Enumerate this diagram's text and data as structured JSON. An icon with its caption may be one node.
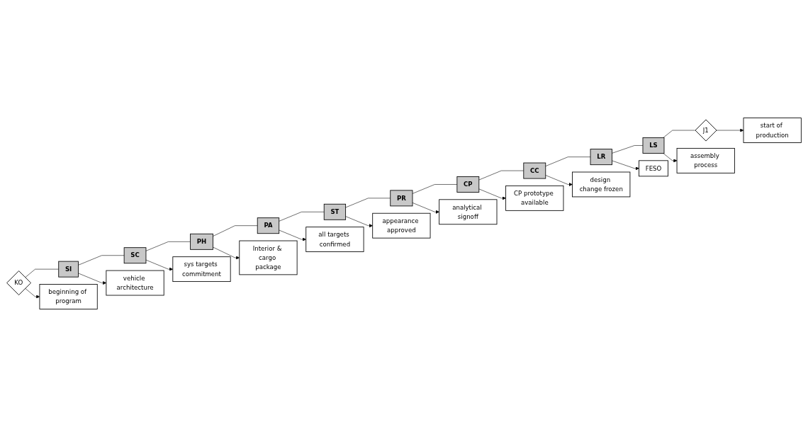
{
  "diagram": {
    "nodes": [
      {
        "text": [
          "KO"
        ]
      },
      {
        "text": [
          "SI"
        ]
      },
      {
        "text": [
          "SC"
        ]
      },
      {
        "text": [
          "PH"
        ]
      },
      {
        "text": [
          "PA"
        ]
      },
      {
        "text": [
          "ST"
        ]
      },
      {
        "text": [
          "PR"
        ]
      },
      {
        "text": [
          "CP"
        ]
      },
      {
        "text": [
          "CC"
        ]
      },
      {
        "text": [
          "LR"
        ]
      },
      {
        "text": [
          "LS"
        ]
      },
      {
        "text": [
          "J1"
        ]
      },
      {
        "text": [
          "beginning of program"
        ]
      },
      {
        "text": [
          "vehicle architecture"
        ]
      },
      {
        "text": [
          "sys targets commitment"
        ]
      },
      {
        "text": [
          "Interior & cargo package"
        ]
      },
      {
        "text": [
          "all targets confirmed"
        ]
      },
      {
        "text": [
          "appearance approved"
        ]
      },
      {
        "text": [
          "analytical signoff"
        ]
      },
      {
        "text": [
          "CP prototype available"
        ]
      },
      {
        "text": [
          "design change frozen"
        ]
      },
      {
        "text": [
          "FESO"
        ]
      },
      {
        "text": [
          "assembly process"
        ]
      },
      {
        "text": [
          "start of production"
        ]
      }
    ],
    "edges": [
      {
        "from": 0,
        "to": 1,
        "arrow": "none"
      },
      {
        "from": 1,
        "to": 2,
        "arrow": "none"
      },
      {
        "from": 2,
        "to": 3,
        "arrow": "none"
      },
      {
        "from": 3,
        "to": 4,
        "arrow": "none"
      },
      {
        "from": 4,
        "to": 5,
        "arrow": "none"
      },
      {
        "from": 5,
        "to": 6,
        "arrow": "none"
      },
      {
        "from": 6,
        "to": 7,
        "arrow": "none"
      },
      {
        "from": 7,
        "to": 8,
        "arrow": "none"
      },
      {
        "from": 8,
        "to": 9,
        "arrow": "none"
      },
      {
        "from": 9,
        "to": 10,
        "arrow": "none"
      },
      {
        "from": 10,
        "to": 11,
        "arrow": "none"
      },
      {
        "from": 0,
        "to": 12,
        "arrow": "to"
      },
      {
        "from": 1,
        "to": 13,
        "arrow": "to"
      },
      {
        "from": 2,
        "to": 14,
        "arrow": "to"
      },
      {
        "from": 3,
        "to": 15,
        "arrow": "to"
      },
      {
        "from": 4,
        "to": 16,
        "arrow": "to"
      },
      {
        "from": 5,
        "to": 17,
        "arrow": "to"
      },
      {
        "from": 6,
        "to": 18,
        "arrow": "to"
      },
      {
        "from": 7,
        "to": 19,
        "arrow": "to"
      },
      {
        "from": 8,
        "to": 20,
        "arrow": "to"
      },
      {
        "from": 9,
        "to": 21,
        "arrow": "to"
      },
      {
        "from": 10,
        "to": 22,
        "arrow": "to"
      },
      {
        "from": 11,
        "to": 23,
        "arrow": "to"
      }
    ]
  }
}
